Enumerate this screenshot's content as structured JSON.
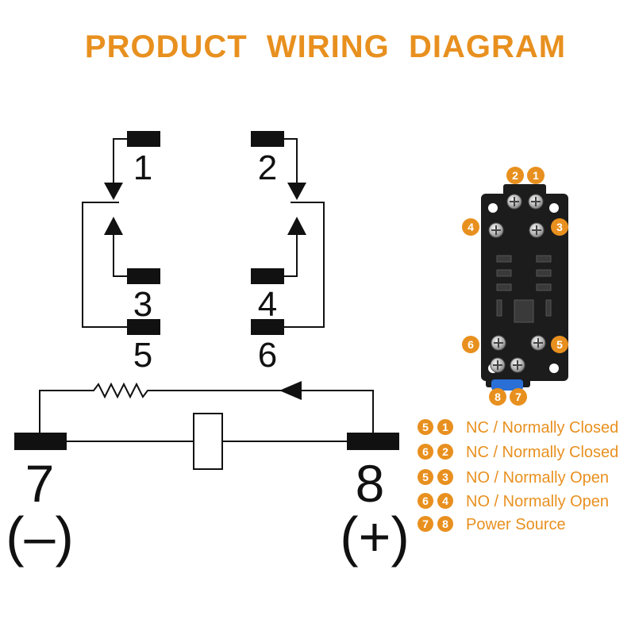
{
  "title": "PRODUCT  WIRING  DIAGRAM",
  "colors": {
    "accent": "#E8901F",
    "line": "#111111",
    "socket_body": "#1c1c1c",
    "clip": "#2a6fd6"
  },
  "terminals": {
    "t1": "1",
    "t2": "2",
    "t3": "3",
    "t4": "4",
    "t5": "5",
    "t6": "6",
    "t7": "7",
    "t8": "8"
  },
  "polarity": {
    "negative": "(–)",
    "positive": "(+)"
  },
  "socket_badges": {
    "top_left": "2",
    "top_right": "1",
    "upper_left": "4",
    "upper_right": "3",
    "lower_left": "6",
    "lower_right": "5",
    "bottom_left": "8",
    "bottom_right": "7"
  },
  "legend": [
    {
      "a": "5",
      "b": "1",
      "text": "NC / Normally Closed"
    },
    {
      "a": "6",
      "b": "2",
      "text": "NC / Normally Closed"
    },
    {
      "a": "5",
      "b": "3",
      "text": "NO / Normally Open"
    },
    {
      "a": "6",
      "b": "4",
      "text": "NO / Normally Open"
    },
    {
      "a": "7",
      "b": "8",
      "text": "Power Source"
    }
  ]
}
